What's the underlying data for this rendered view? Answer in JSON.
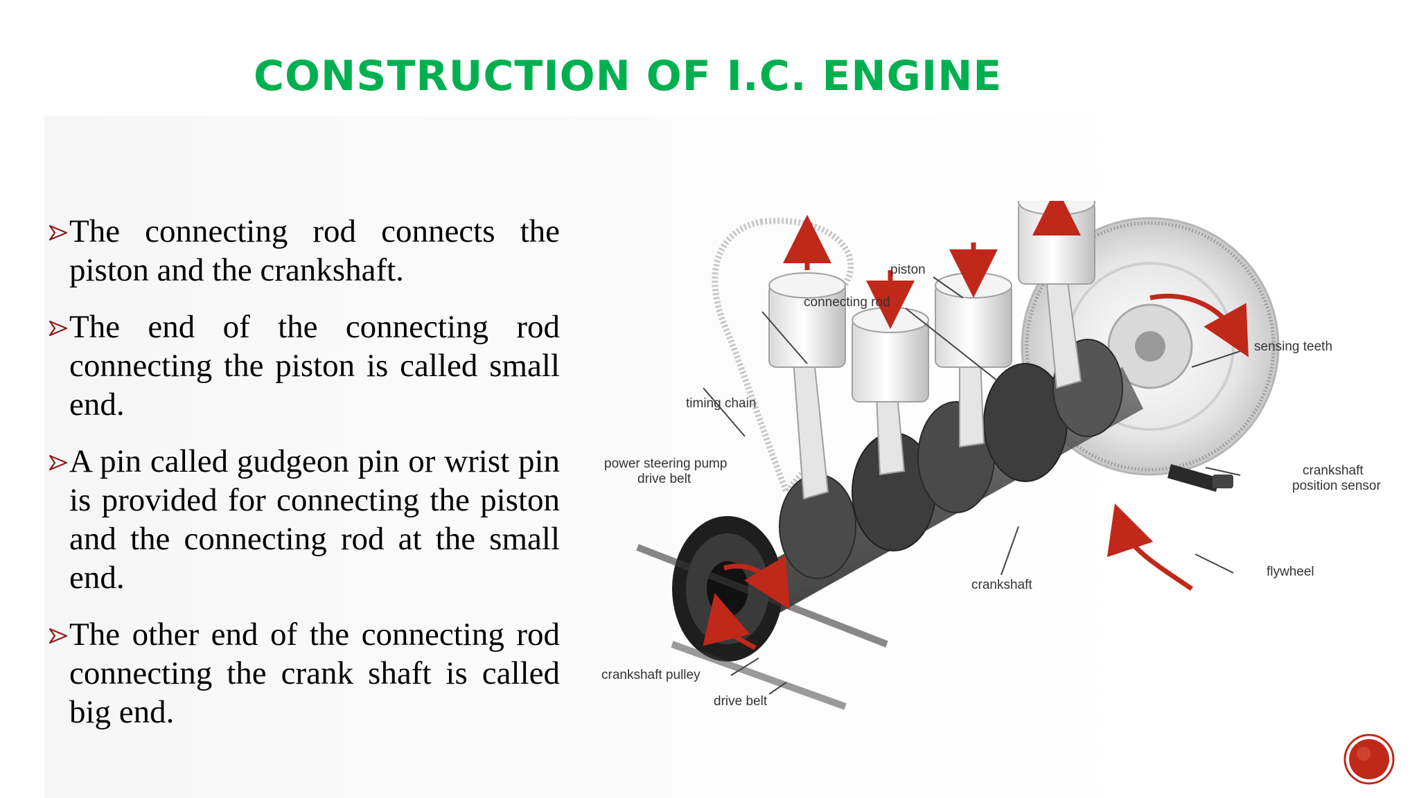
{
  "slide": {
    "title": "CONSTRUCTION OF I.C. ENGINE",
    "title_color": "#00b050",
    "bullet_marker_color": "#8b1a1a",
    "accent_color": "#c0281a",
    "bullets": [
      "The connecting rod connects the piston and the crankshaft.",
      "The end of the connecting rod connecting the piston is called small end.",
      "A pin called gudgeon pin or wrist pin is provided for connecting the piston and the connecting rod at the small end.",
      "The other end of the connecting rod connecting the crank shaft is called big end."
    ]
  },
  "diagram": {
    "labels": {
      "piston": "piston",
      "connecting_rod": "connecting rod",
      "sensing_teeth": "sensing teeth",
      "timing_chain": "timing chain",
      "power_steering_line1": "power steering pump",
      "power_steering_line2": "drive belt",
      "crankshaft_sensor_line1": "crankshaft",
      "crankshaft_sensor_line2": "position sensor",
      "crankshaft": "crankshaft",
      "flywheel": "flywheel",
      "crankshaft_pulley": "crankshaft pulley",
      "drive_belt": "drive belt"
    }
  },
  "icons": {
    "bullet": "arrowhead-bullet-icon",
    "next": "next-slide-button-icon"
  }
}
